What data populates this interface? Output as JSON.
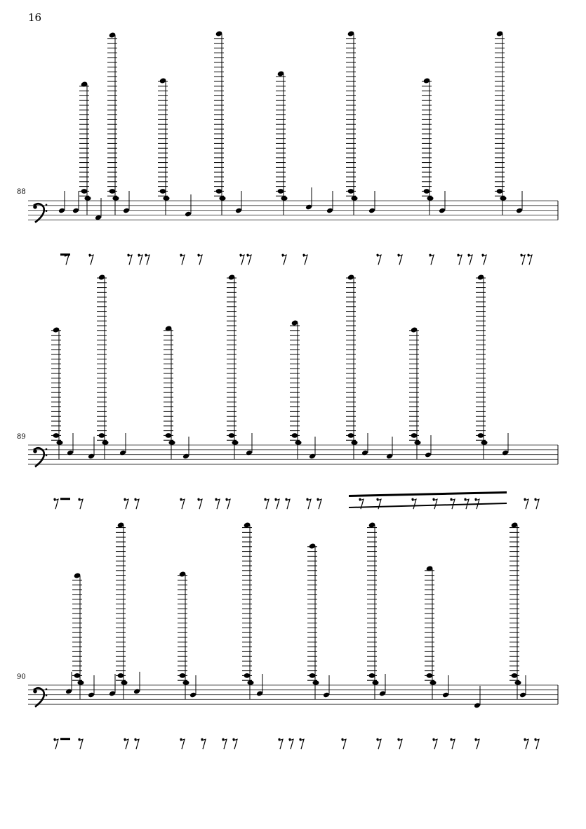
{
  "page": {
    "number": "16"
  },
  "systems": [
    {
      "measure_number": "88",
      "clef": "bass"
    },
    {
      "measure_number": "89",
      "clef": "bass"
    },
    {
      "measure_number": "90",
      "clef": "bass"
    }
  ],
  "colors": {
    "ink": "#000000",
    "staff": "#555555"
  }
}
